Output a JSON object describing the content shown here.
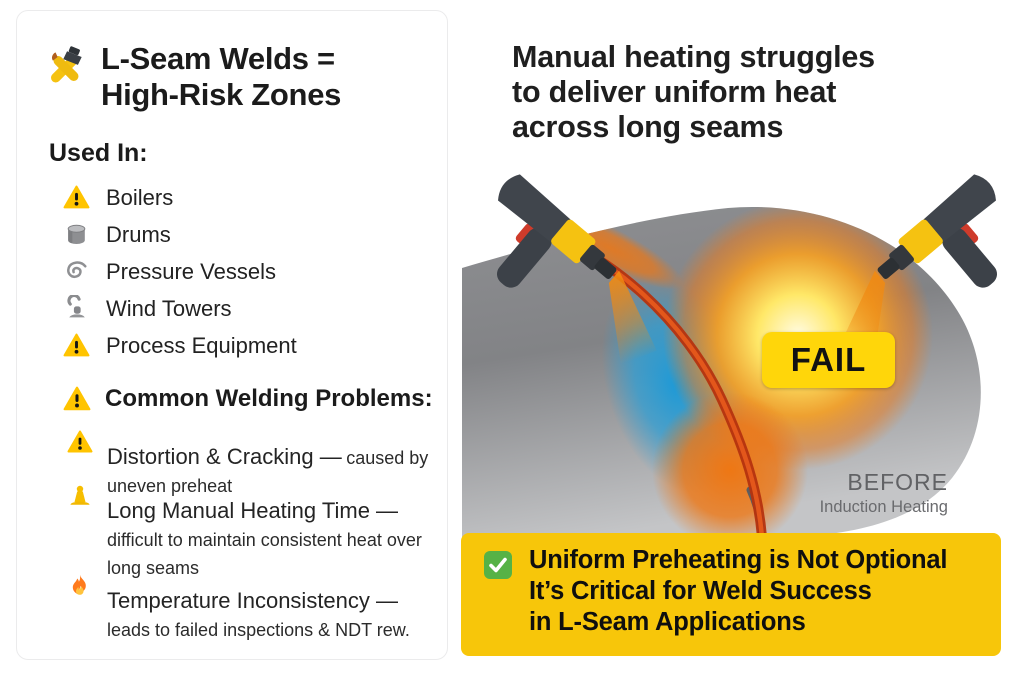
{
  "left_panel": {
    "title_icon": "hammer-wrench-icon",
    "title_lines": [
      "L-Seam Welds =",
      "High-Risk Zones"
    ],
    "used_in_heading": "Used In:",
    "used_in_items": [
      {
        "icon": "warning-icon",
        "label": "Boilers"
      },
      {
        "icon": "drum-icon",
        "label": "Drums"
      },
      {
        "icon": "vortex-icon",
        "label": "Pressure Vessels"
      },
      {
        "icon": "hook-icon",
        "label": "Wind Towers"
      },
      {
        "icon": "warning-icon",
        "label": "Process Equipment"
      }
    ],
    "problems_heading_icon": "warning-icon",
    "problems_heading": "Common Welding Problems:",
    "problems": [
      {
        "icon": "warning-icon",
        "main": "Distortion & Cracking —",
        "detail": "caused by uneven preheat"
      },
      {
        "icon": "cone-icon",
        "main": "Long Manual Heating Time —",
        "detail": "difficult to maintain consistent heat over long seams"
      },
      {
        "icon": "fire-icon",
        "main": "Temperature Inconsistency —",
        "detail": "leads to failed inspections & NDT rew."
      }
    ]
  },
  "right_panel": {
    "headline_lines": [
      "Manual heating struggles",
      "to deliver uniform heat",
      "across long seams"
    ],
    "illustration": {
      "fail_label": "FAIL",
      "before_label": "BEFORE",
      "before_sub_label": "Induction Heating"
    },
    "banner": {
      "icon": "check-icon",
      "lines": [
        "Uniform Preheating is Not Optional",
        "It’s Critical for Weld Success",
        "in L-Seam Applications"
      ]
    }
  },
  "colors": {
    "banner_yellow": "#F7C60A",
    "fail_yellow": "#FFD60A",
    "check_green": "#56B246",
    "warning_yellow": "#FFC400",
    "flame_orange": "#F08A12",
    "cold_blue": "#1F9AD6",
    "seam_red": "#D94A1C",
    "vessel_gray": "#97989B"
  }
}
